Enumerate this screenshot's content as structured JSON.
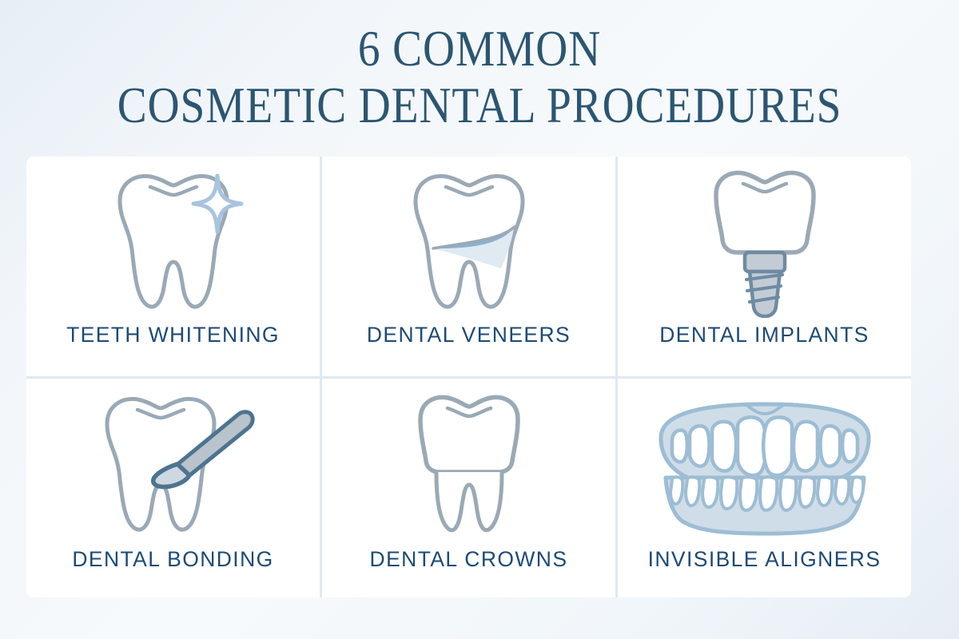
{
  "title": {
    "line1": "6 COMMON",
    "line2": "COSMETIC DENTAL PROCEDURES"
  },
  "colors": {
    "title_text": "#2b5672",
    "label_text": "#1d4a74",
    "background_start": "#e7eef6",
    "background_end": "#e6edf5",
    "panel_gutter": "#dfe9f2",
    "card_background": "#ffffff",
    "tooth_outline": "#9aa9b5",
    "icon_blue_light": "#a8c4dd",
    "icon_blue_mid": "#8fb0cc",
    "icon_steel": "#4d7490",
    "icon_fill_grey": "#c3ccd4",
    "gum_fill": "#cfdde8"
  },
  "cards": [
    {
      "label": "TEETH WHITENING",
      "icon": "tooth-sparkle-icon"
    },
    {
      "label": "DENTAL VENEERS",
      "icon": "tooth-veneer-icon"
    },
    {
      "label": "DENTAL IMPLANTS",
      "icon": "tooth-implant-screw-icon"
    },
    {
      "label": "DENTAL BONDING",
      "icon": "tooth-brush-tool-icon"
    },
    {
      "label": "DENTAL CROWNS",
      "icon": "tooth-crown-icon"
    },
    {
      "label": "INVISIBLE ALIGNERS",
      "icon": "teeth-arches-aligner-icon"
    }
  ]
}
